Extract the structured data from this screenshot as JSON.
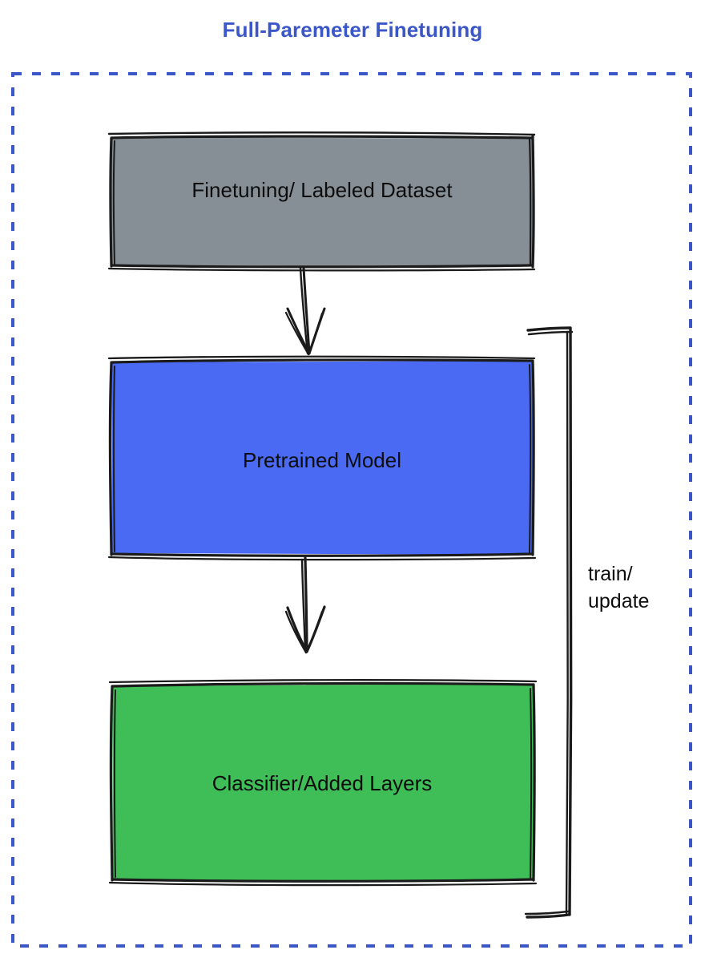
{
  "diagram": {
    "title": "Full-Paremeter Finetuning",
    "title_color": "#3b56c7",
    "background": "#ffffff",
    "container": {
      "name": "dashed-frame",
      "border_style": "dashed",
      "border_color": "#3b56c7"
    },
    "nodes": [
      {
        "id": "dataset",
        "label": "Finetuning/ Labeled Dataset",
        "fill": "#878f96",
        "stroke": "#1b1b1b",
        "text_color": "#0d0d0d"
      },
      {
        "id": "pretrained",
        "label": "Pretrained Model",
        "fill": "#4a6af4",
        "stroke": "#1b1b1b",
        "text_color": "#0d0d0d"
      },
      {
        "id": "classifier",
        "label": "Classifier/Added Layers",
        "fill": "#3fbe58",
        "stroke": "#1b1b1b",
        "text_color": "#0d0d0d"
      }
    ],
    "edges": [
      {
        "id": "dataset-to-pretrained",
        "from": "dataset",
        "to": "pretrained",
        "label": "",
        "arrow": "down"
      },
      {
        "id": "pretrained-to-classifier",
        "from": "pretrained",
        "to": "classifier",
        "label": "",
        "arrow": "down"
      },
      {
        "id": "feedback-loop",
        "from": "classifier",
        "to": "pretrained",
        "label": "train/\nupdate",
        "arrow": "none"
      }
    ]
  }
}
